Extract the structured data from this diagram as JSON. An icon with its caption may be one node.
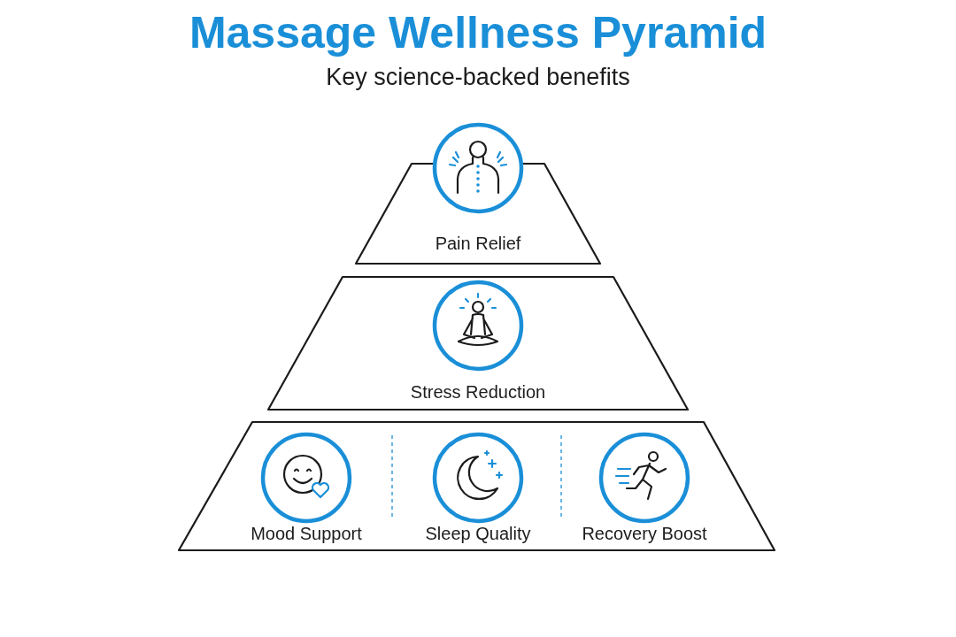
{
  "diagram": {
    "title": "Massage Wellness Pyramid",
    "caption": "Key science-backed benefits",
    "nodes": [
      {
        "text": [
          "Pain Relief"
        ]
      },
      {
        "text": [
          "Stress Reduction"
        ]
      },
      {
        "text": [],
        "shape": "trapezoid"
      },
      {
        "text": [
          "Mood Support"
        ],
        "in": 2
      },
      {
        "text": [
          "Sleep Quality"
        ],
        "in": 2
      },
      {
        "text": [
          "Recovery Boost"
        ],
        "in": 2
      }
    ]
  }
}
